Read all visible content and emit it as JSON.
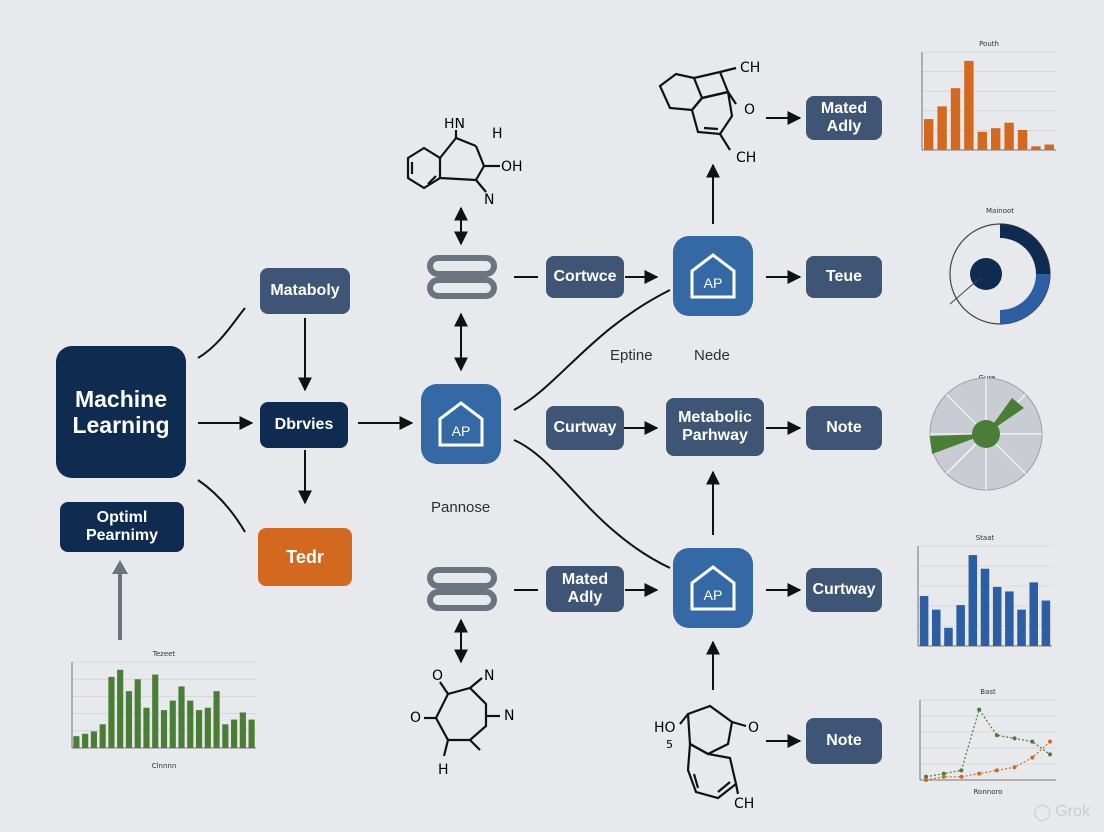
{
  "nodes": {
    "machine_learning": "Machine Learning",
    "optiml": "Optiml Pearnimy",
    "mataboly": "Mataboly",
    "dbrvies": "Dbrvies",
    "tedr": "Tedr",
    "cortwce": "Cortwce",
    "curtway_mid": "Curtway",
    "mated_adly_low": "Mated Adly",
    "metabolic_pathway": "Metabolic Parhway",
    "mated_adly_top": "Mated Adly",
    "teue": "Teue",
    "note_mid": "Note",
    "curtway_right": "Curtway",
    "note_low": "Note",
    "app_icon_text": "AP"
  },
  "labels": {
    "eptine": "Eptine",
    "nede": "Nede",
    "pannose": "Pannose"
  },
  "molecules": {
    "top_center": {
      "hn": "HN",
      "h": "H",
      "oh": "OH",
      "n": "N"
    },
    "top_right": {
      "ch_top": "CH",
      "o": "O",
      "ch_bottom": "CH"
    },
    "bottom_center": {
      "o_top": "O",
      "n_top": "N",
      "o_left": "O",
      "n_right": "N",
      "h": "H"
    },
    "bottom_right": {
      "ho": "HO",
      "five": "5",
      "o": "O",
      "ch": "CH"
    }
  },
  "watermark": "Grok",
  "colors": {
    "background": "#e7e9ec",
    "navy": "#0f2b4f",
    "slate": "#3f5575",
    "orange": "#d2691e",
    "app_blue": "#3569a5",
    "bar_green": "#4a7d35",
    "bar_orange": "#d2691e",
    "bar_blue": "#2e5ea2"
  },
  "chart_data": [
    {
      "type": "bar",
      "title": "Tezeet",
      "xlabel": "Clnnnn",
      "ylabel": "",
      "values": [
        5,
        6,
        7,
        10,
        30,
        33,
        24,
        29,
        17,
        31,
        16,
        20,
        26,
        20,
        16,
        17,
        24,
        10,
        12,
        15,
        12
      ],
      "color": "#4a7d35"
    },
    {
      "type": "bar",
      "title": "Pouth",
      "values": [
        17,
        24,
        34,
        49,
        10,
        12,
        15,
        11,
        2,
        3
      ],
      "color": "#d2691e"
    },
    {
      "type": "pie",
      "title": "Mainoot",
      "color": "#0f2b4f"
    },
    {
      "type": "pie",
      "title": "Gure",
      "color": "#4a7d35"
    },
    {
      "type": "bar",
      "title": "Staat",
      "values": [
        11,
        8,
        4,
        9,
        20,
        17,
        13,
        12,
        8,
        14,
        10
      ],
      "color": "#2e5ea2"
    },
    {
      "type": "line",
      "title": "Bast",
      "xlabel": "Ronnoro",
      "series": [
        {
          "values": [
            1,
            2,
            3,
            22,
            14,
            13,
            12,
            8
          ]
        },
        {
          "values": [
            0,
            1,
            1,
            2,
            3,
            4,
            7,
            12
          ]
        }
      ]
    }
  ]
}
